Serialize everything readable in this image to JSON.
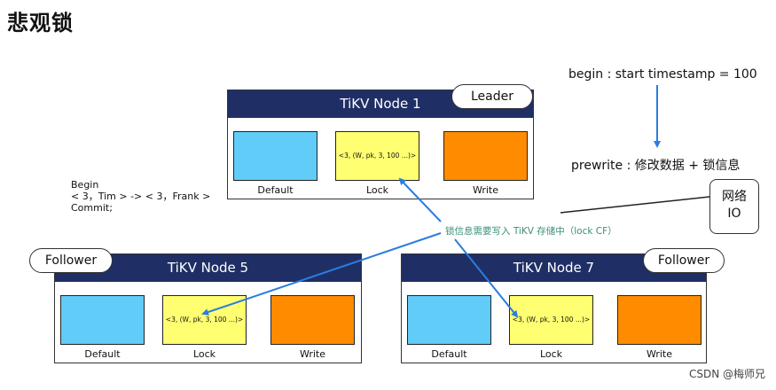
{
  "title": "悲观锁",
  "nodes": {
    "node1": {
      "name": "TiKV Node 1",
      "role": "Leader",
      "default_label": "Default",
      "lock_label": "Lock",
      "write_label": "Write",
      "lock_content": "<3, (W, pk, 3, 100 ...)>"
    },
    "node5": {
      "name": "TiKV Node 5",
      "role": "Follower",
      "default_label": "Default",
      "lock_label": "Lock",
      "write_label": "Write",
      "lock_content": "<3, (W, pk, 3, 100 ...)>"
    },
    "node7": {
      "name": "TiKV Node 7",
      "role": "Follower",
      "default_label": "Default",
      "lock_label": "Lock",
      "write_label": "Write",
      "lock_content": "<3, (W, pk, 3, 100 ...)>"
    }
  },
  "transaction": {
    "line1": "Begin",
    "line2": "< 3，Tim > -> < 3，Frank >",
    "line3": "Commit;"
  },
  "steps": {
    "begin": "begin : start timestamp = 100",
    "prewrite": "prewrite : 修改数据 + 锁信息"
  },
  "network_io": {
    "line1": "网络",
    "line2": "IO"
  },
  "lock_note": "锁信息需要写入 TiKV 存储中（lock CF）",
  "watermark": "CSDN @梅师兄",
  "colors": {
    "header": "#1f2f66",
    "default_cf": "#62ccf8",
    "lock_cf": "#ffff71",
    "write_cf": "#ff8c00",
    "arrow": "#2a7de1",
    "note": "#3a8e7a"
  }
}
